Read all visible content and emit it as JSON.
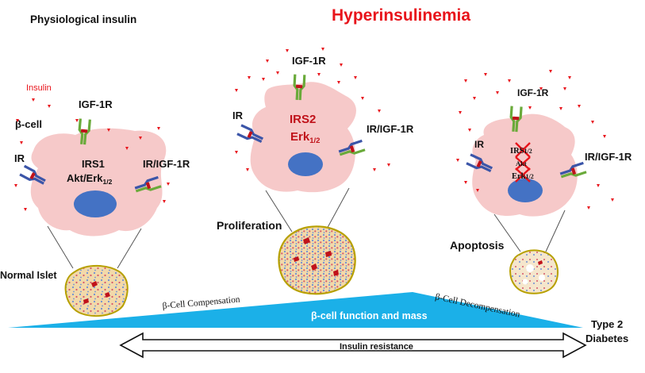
{
  "titles": {
    "physiological": "Physiological insulin",
    "hyperinsulinemia": "Hyperinsulinemia"
  },
  "labels": {
    "insulin": "Insulin",
    "beta_cell": "β-cell",
    "igf1r": "IGF-1R",
    "ir": "IR",
    "ir_igf1r": "IR/IGF-1R",
    "irs1": "IRS1",
    "akt_erk_prefix": "Akt/Erk",
    "sub_12": "1/2",
    "irs2": "IRS2",
    "erk": "Erk",
    "irs_prefix": "IRS",
    "akt": "Akt",
    "erk_small": "Erk",
    "proliferation": "Proliferation",
    "apoptosis": "Apoptosis",
    "normal_islet": "Normal Islet",
    "compensation": "β-Cell Compensation",
    "decompensation": "β-Cell Decompensation",
    "function_mass": "β-cell function and mass",
    "type2_line1": "Type 2",
    "type2_line2": "Diabetes",
    "insulin_resistance": "Insulin resistance"
  },
  "colors": {
    "title_red": "#e8141b",
    "insulin_red": "#e8141b",
    "irs2_red": "#c0121a",
    "cell_fill": "#f6c9c9",
    "nucleus": "#4472c4",
    "receptor_blue": "#3b55a8",
    "receptor_green": "#6aaa3a",
    "receptor_red": "#c0121a",
    "islet_fill": "#f2d9a9",
    "islet_border": "#b7a000",
    "ramp_blue": "#1bb0e8",
    "x_red": "#e8141b"
  }
}
